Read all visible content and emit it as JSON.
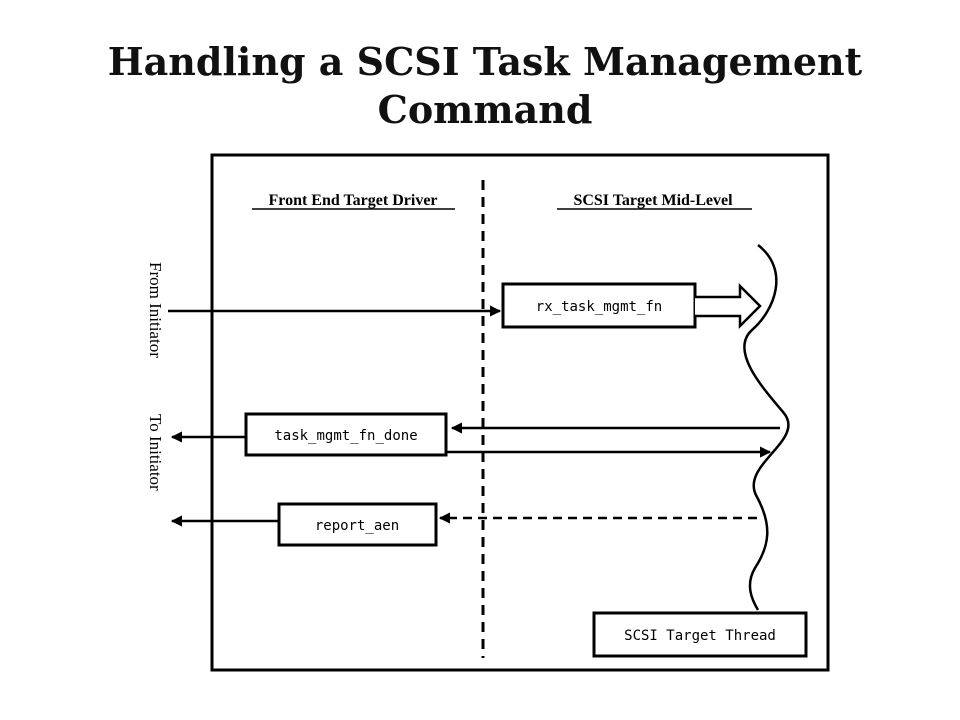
{
  "title": {
    "line1": "Handling a SCSI Task Management",
    "line2": "Command"
  },
  "diagram": {
    "left_column_heading": "Front End Target Driver",
    "right_column_heading": "SCSI Target Mid-Level",
    "side_label_from": "From Initiator",
    "side_label_to": "To Initiator",
    "boxes": {
      "rx": "rx_task_mgmt_fn",
      "done": "task_mgmt_fn_done",
      "aen": "report_aen",
      "thread": "SCSI Target Thread"
    }
  }
}
